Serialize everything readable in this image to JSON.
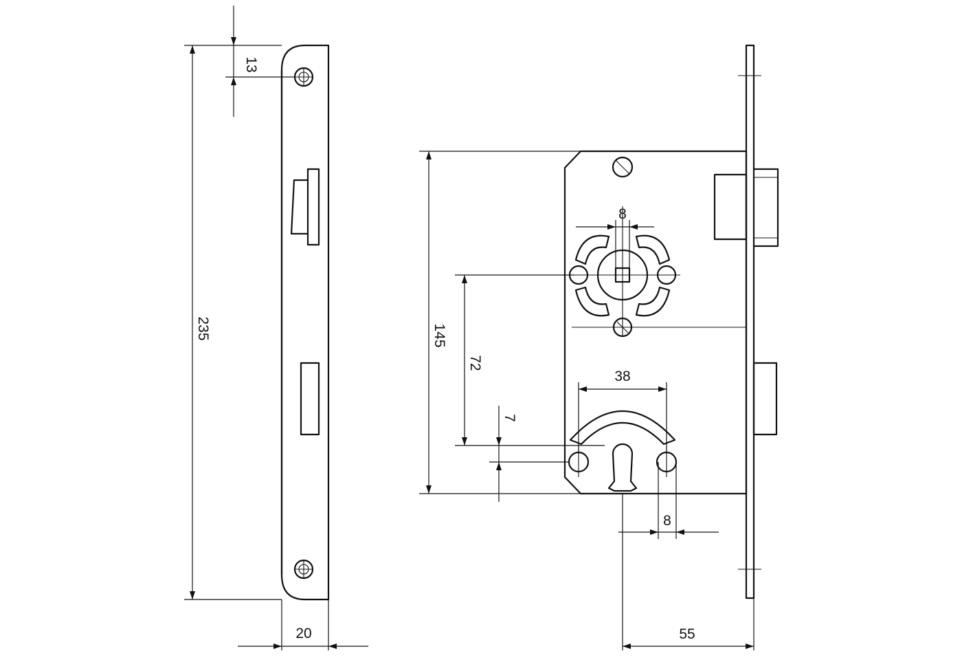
{
  "dimensions": {
    "top_hole_offset": "13",
    "faceplate_length": "235",
    "faceplate_width": "20",
    "case_height": "145",
    "spindle_to_keyhole": "72",
    "spindle_square": "8",
    "rose_spacing": "38",
    "keyhole_offset": "7",
    "key_pin": "8",
    "backset": "55"
  }
}
